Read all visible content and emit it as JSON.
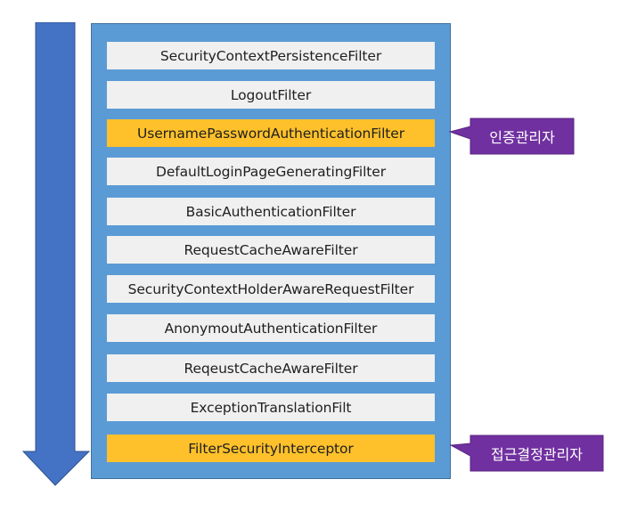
{
  "filters": [
    {
      "label": "SecurityContextPersistenceFilter",
      "highlight": false
    },
    {
      "label": "LogoutFilter",
      "highlight": false
    },
    {
      "label": "UsernamePasswordAuthenticationFilter",
      "highlight": true
    },
    {
      "label": "DefaultLoginPageGeneratingFilter",
      "highlight": false
    },
    {
      "label": "BasicAuthenticationFilter",
      "highlight": false
    },
    {
      "label": "RequestCacheAwareFilter",
      "highlight": false
    },
    {
      "label": "SecurityContextHolderAwareRequestFilter",
      "highlight": false
    },
    {
      "label": "AnonymoutAuthenticationFilter",
      "highlight": false
    },
    {
      "label": "ReqeustCacheAwareFilter",
      "highlight": false
    },
    {
      "label": "ExceptionTranslationFilt",
      "highlight": false
    },
    {
      "label": "FilterSecurityInterceptor",
      "highlight": true
    }
  ],
  "callouts": {
    "authentication": {
      "label": "인증관리자"
    },
    "authorization": {
      "label": "접근결정관리자"
    }
  },
  "colors": {
    "arrow": "#4472c4",
    "panel": "#5b9bd5",
    "filter_normal": "#f0f0f0",
    "filter_highlight": "#ffc12b",
    "callout": "#7030a0"
  }
}
